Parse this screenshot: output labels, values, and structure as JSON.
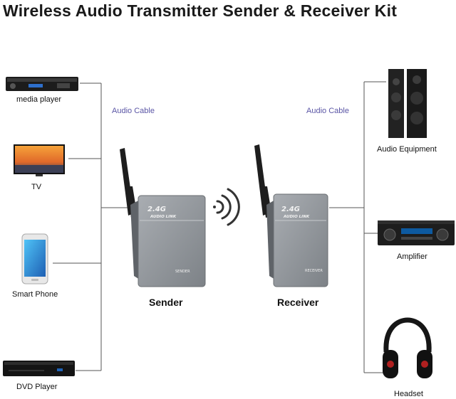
{
  "title": "Wireless Audio Transmitter Sender & Receiver Kit",
  "sources": [
    "media player",
    "TV",
    "Smart Phone",
    "DVD Player"
  ],
  "outputs": [
    "Audio Equipment",
    "Amplifier",
    "Headset"
  ],
  "cable_label_left": "Audio Cable",
  "cable_label_right": "Audio Cable",
  "sender": {
    "label": "Sender",
    "badge": "2.4G",
    "subbadge": "AUDIO LINK",
    "tag": "SENDER"
  },
  "receiver": {
    "label": "Receiver",
    "badge": "2.4G",
    "subbadge": "AUDIO LINK",
    "tag": "RECEIVER"
  },
  "colors": {
    "cable_label": "#5a55a5",
    "device_body": "#8e9398",
    "antenna": "#1e1e1e"
  }
}
